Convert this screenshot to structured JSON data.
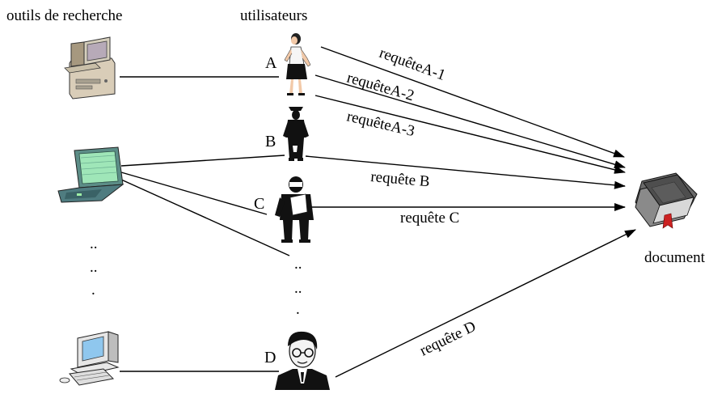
{
  "headers": {
    "tools": "outils de recherche",
    "users": "utilisateurs",
    "document": "document"
  },
  "users": {
    "a": "A",
    "b": "B",
    "c": "C",
    "d": "D"
  },
  "queries": {
    "a1": "requêteA-1",
    "a2": "requêteA-2",
    "a3": "requêteA-3",
    "b": "requête B",
    "c": "requête C",
    "d": "requête D"
  },
  "ellipsis": {
    "line1": "..",
    "line2": "..",
    "line3": "."
  },
  "icons": {
    "tool_1": "desktop-computer-icon",
    "tool_2": "laptop-icon",
    "tool_3": "workstation-computer-icon",
    "user_a": "woman-figure-icon",
    "user_b": "uniformed-man-figure-icon",
    "user_c": "man-with-papers-icon",
    "user_d": "man-with-glasses-icon",
    "target": "book-icon"
  }
}
